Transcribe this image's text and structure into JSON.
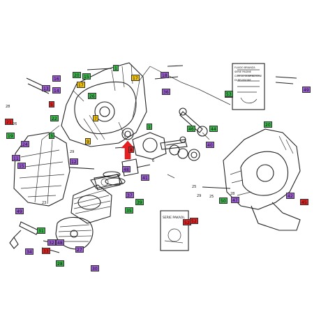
{
  "colors": {
    "green": "#39b54a",
    "purple": "#9b5bd1",
    "red": "#e62020",
    "yellow": "#f2c200"
  },
  "callouts": [
    {
      "id": "c1",
      "text": "20",
      "color": "green"
    },
    {
      "id": "c2",
      "text": "17",
      "color": "yellow"
    },
    {
      "id": "c3",
      "text": "17",
      "color": "yellow"
    },
    {
      "id": "c4",
      "text": "15",
      "color": "green"
    },
    {
      "id": "c5",
      "text": "16",
      "color": "purple"
    },
    {
      "id": "c6",
      "text": "14",
      "color": "purple"
    },
    {
      "id": "c7",
      "text": "13",
      "color": "purple"
    },
    {
      "id": "c8",
      "text": "1",
      "color": "green"
    },
    {
      "id": "c9",
      "text": "18",
      "color": "purple"
    },
    {
      "id": "c10",
      "text": "36",
      "color": "purple"
    },
    {
      "id": "c11",
      "text": "26",
      "color": "green"
    },
    {
      "id": "c12",
      "text": "5",
      "color": "red"
    },
    {
      "id": "c13",
      "text": "7",
      "color": "yellow"
    },
    {
      "id": "c14",
      "text": "22",
      "color": "green"
    },
    {
      "id": "c15",
      "text": "21",
      "color": "red"
    },
    {
      "id": "c16",
      "text": "9",
      "color": "yellow"
    },
    {
      "id": "c17",
      "text": "1",
      "color": "green"
    },
    {
      "id": "c18",
      "text": "11",
      "color": "purple"
    },
    {
      "id": "c19",
      "text": "3",
      "color": "green"
    },
    {
      "id": "c20",
      "text": "19",
      "color": "green"
    },
    {
      "id": "c21",
      "text": "8",
      "color": "red"
    },
    {
      "id": "c22",
      "text": "24",
      "color": "purple"
    },
    {
      "id": "c23",
      "text": "12",
      "color": "purple"
    },
    {
      "id": "c24",
      "text": "48",
      "color": "purple"
    },
    {
      "id": "c25",
      "text": "44",
      "color": "green"
    },
    {
      "id": "c26",
      "text": "46",
      "color": "green"
    },
    {
      "id": "c27",
      "text": "40",
      "color": "purple"
    },
    {
      "id": "c28",
      "text": "52",
      "color": "red"
    },
    {
      "id": "c29",
      "text": "37",
      "color": "purple"
    },
    {
      "id": "c30",
      "text": "41",
      "color": "purple"
    },
    {
      "id": "c31",
      "text": "35",
      "color": "green"
    },
    {
      "id": "c32",
      "text": "39",
      "color": "green"
    },
    {
      "id": "c33",
      "text": "49",
      "color": "purple"
    },
    {
      "id": "c34",
      "text": "48",
      "color": "purple"
    },
    {
      "id": "c35",
      "text": "28",
      "color": "green"
    },
    {
      "id": "c36",
      "text": "27",
      "color": "purple"
    },
    {
      "id": "c37",
      "text": "30",
      "color": "purple"
    },
    {
      "id": "c38",
      "text": "31",
      "color": "green"
    },
    {
      "id": "c39",
      "text": "32",
      "color": "purple"
    },
    {
      "id": "c40",
      "text": "33",
      "color": "red"
    },
    {
      "id": "c41",
      "text": "34",
      "color": "purple"
    },
    {
      "id": "c42",
      "text": "15",
      "color": "purple"
    },
    {
      "id": "c43",
      "text": "43",
      "color": "green"
    },
    {
      "id": "c44",
      "text": "20",
      "color": "green"
    },
    {
      "id": "c45",
      "text": "47",
      "color": "purple"
    },
    {
      "id": "c46",
      "text": "42",
      "color": "purple"
    },
    {
      "id": "c47",
      "text": "45",
      "color": "red"
    },
    {
      "id": "c48",
      "text": "50",
      "color": "green"
    },
    {
      "id": "c49",
      "text": "49",
      "color": "purple"
    }
  ],
  "plain_labels": [
    {
      "id": "p1",
      "text": "28"
    },
    {
      "id": "p2",
      "text": "26"
    },
    {
      "id": "p3",
      "text": "23"
    },
    {
      "id": "p4",
      "text": "25"
    },
    {
      "id": "p5",
      "text": "29"
    },
    {
      "id": "p6",
      "text": "25"
    },
    {
      "id": "p7",
      "text": "28"
    },
    {
      "id": "p8",
      "text": "6"
    },
    {
      "id": "p9",
      "text": "29"
    }
  ],
  "info_card": {
    "lines": [
      "FLUIDO BRIANZA",
      "SERIE PAGINE",
      "CON LA GUARNIZIONE",
      "DI REVISIONE"
    ],
    "tag": "53"
  },
  "gasket_card": {
    "title": "SERIE PAKAOL",
    "tag": "52"
  },
  "highlight": {
    "target": "crankshaft-bearing",
    "color": "red"
  }
}
